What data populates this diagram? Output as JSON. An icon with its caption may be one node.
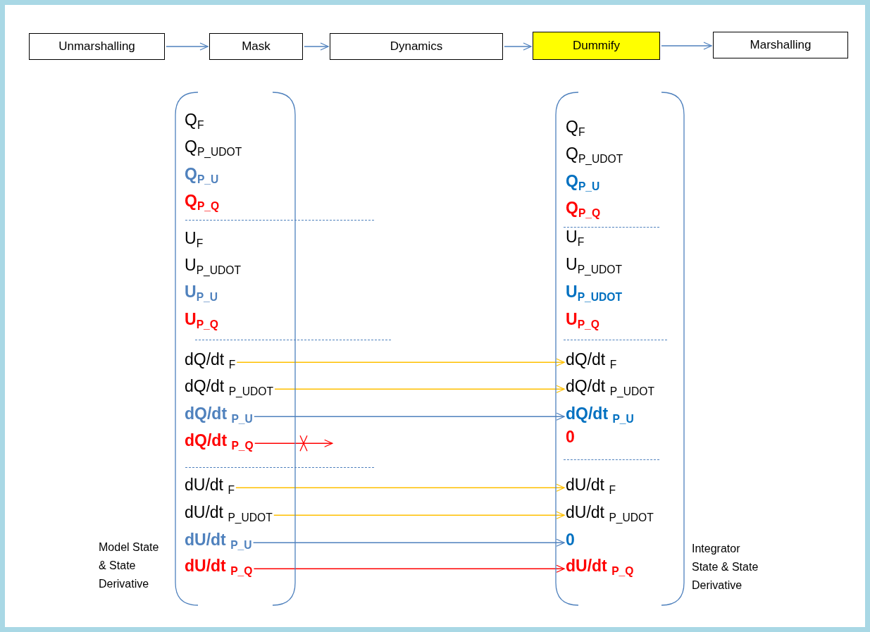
{
  "diagram": {
    "nodes": [
      {
        "text": [
          "Unmarshalling"
        ]
      },
      {
        "text": [
          "Mask"
        ]
      },
      {
        "text": [
          "Dynamics"
        ]
      },
      {
        "text": [
          "Dummify"
        ]
      },
      {
        "text": [
          "Marshalling"
        ]
      },
      {
        "text": [
          "Model State & State Derivative"
        ]
      },
      {
        "text": [
          "Q$_{F}$"
        ],
        "in": 5
      },
      {
        "text": [
          "Q$_{P_UDOT}$"
        ],
        "in": 5
      },
      {
        "text": [
          "Q$_{P_U}$"
        ],
        "in": 5
      },
      {
        "text": [
          "Q$_{P_Q}$"
        ],
        "in": 5
      },
      {
        "text": [
          "U$_{F}$"
        ],
        "in": 5
      },
      {
        "text": [
          "U$_{P_UDOT}$"
        ],
        "in": 5
      },
      {
        "text": [
          "U$_{P_U}$"
        ],
        "in": 5
      },
      {
        "text": [
          "U$_{P_Q}$"
        ],
        "in": 5
      },
      {
        "text": [
          "dQ/dt $_{F}$"
        ],
        "in": 5
      },
      {
        "text": [
          "dQ/dt $_{P_UDOT}$"
        ],
        "in": 5
      },
      {
        "text": [
          "dQ/dt $_{P_U}$"
        ],
        "in": 5
      },
      {
        "text": [
          "dQ/dt $_{P_Q}$"
        ],
        "in": 5
      },
      {
        "text": [
          "dU/dt $_{F}$"
        ],
        "in": 5
      },
      {
        "text": [
          "dU/dt $_{P_UDOT}$"
        ],
        "in": 5
      },
      {
        "text": [
          "dU/dt $_{P_U}$"
        ],
        "in": 5
      },
      {
        "text": [
          "dU/dt $_{P_Q}$"
        ],
        "in": 5
      },
      {
        "text": [
          "Integrator State & State Derivative"
        ]
      },
      {
        "text": [
          "Q$_{F}$"
        ],
        "in": 22
      },
      {
        "text": [
          "Q$_{P_UDOT}$"
        ],
        "in": 22
      },
      {
        "text": [
          "Q$_{P_U}$"
        ],
        "in": 22
      },
      {
        "text": [
          "Q$_{P_Q}$"
        ],
        "in": 22
      },
      {
        "text": [
          "U$_{F}$"
        ],
        "in": 22
      },
      {
        "text": [
          "U$_{P_UDOT}$"
        ],
        "in": 22
      },
      {
        "text": [
          "U$_{P_UDOT}$"
        ],
        "in": 22
      },
      {
        "text": [
          "U$_{P_Q}$"
        ],
        "in": 22
      },
      {
        "text": [
          "dQ/dt $_{F}$"
        ],
        "in": 22
      },
      {
        "text": [
          "dQ/dt $_{P_UDOT}$"
        ],
        "in": 22
      },
      {
        "text": [
          "dQ/dt $_{P_U}$"
        ],
        "in": 22
      },
      {
        "text": [
          "0"
        ],
        "in": 22
      },
      {
        "text": [
          "dU/dt $_{F}$"
        ],
        "in": 22
      },
      {
        "text": [
          "dU/dt $_{P_UDOT}$"
        ],
        "in": 22
      },
      {
        "text": [
          "0"
        ],
        "in": 22
      },
      {
        "text": [
          "dU/dt $_{P_Q}$"
        ],
        "in": 22
      }
    ],
    "edges": [
      {
        "from": 0,
        "to": 1,
        "arrow": "to"
      },
      {
        "from": 1,
        "to": 2,
        "arrow": "to"
      },
      {
        "from": 2,
        "to": 3,
        "arrow": "to"
      },
      {
        "from": 3,
        "to": 4,
        "arrow": "to"
      },
      {
        "from": 14,
        "to": 31,
        "arrow": "to",
        "color": "#ffc000"
      },
      {
        "from": 15,
        "to": 32,
        "arrow": "to",
        "color": "#ffc000"
      },
      {
        "from": 16,
        "to": 33,
        "arrow": "to"
      },
      {
        "from": 17,
        "to": null,
        "arrow": "to",
        "color": "#ff0000"
      },
      {
        "from": 18,
        "to": 35,
        "arrow": "to",
        "color": "#ffc000"
      },
      {
        "from": 19,
        "to": 36,
        "arrow": "to",
        "color": "#ffc000"
      },
      {
        "from": 20,
        "to": 37,
        "arrow": "to"
      },
      {
        "from": 21,
        "to": 38,
        "arrow": "to",
        "color": "#ff0000"
      }
    ]
  }
}
